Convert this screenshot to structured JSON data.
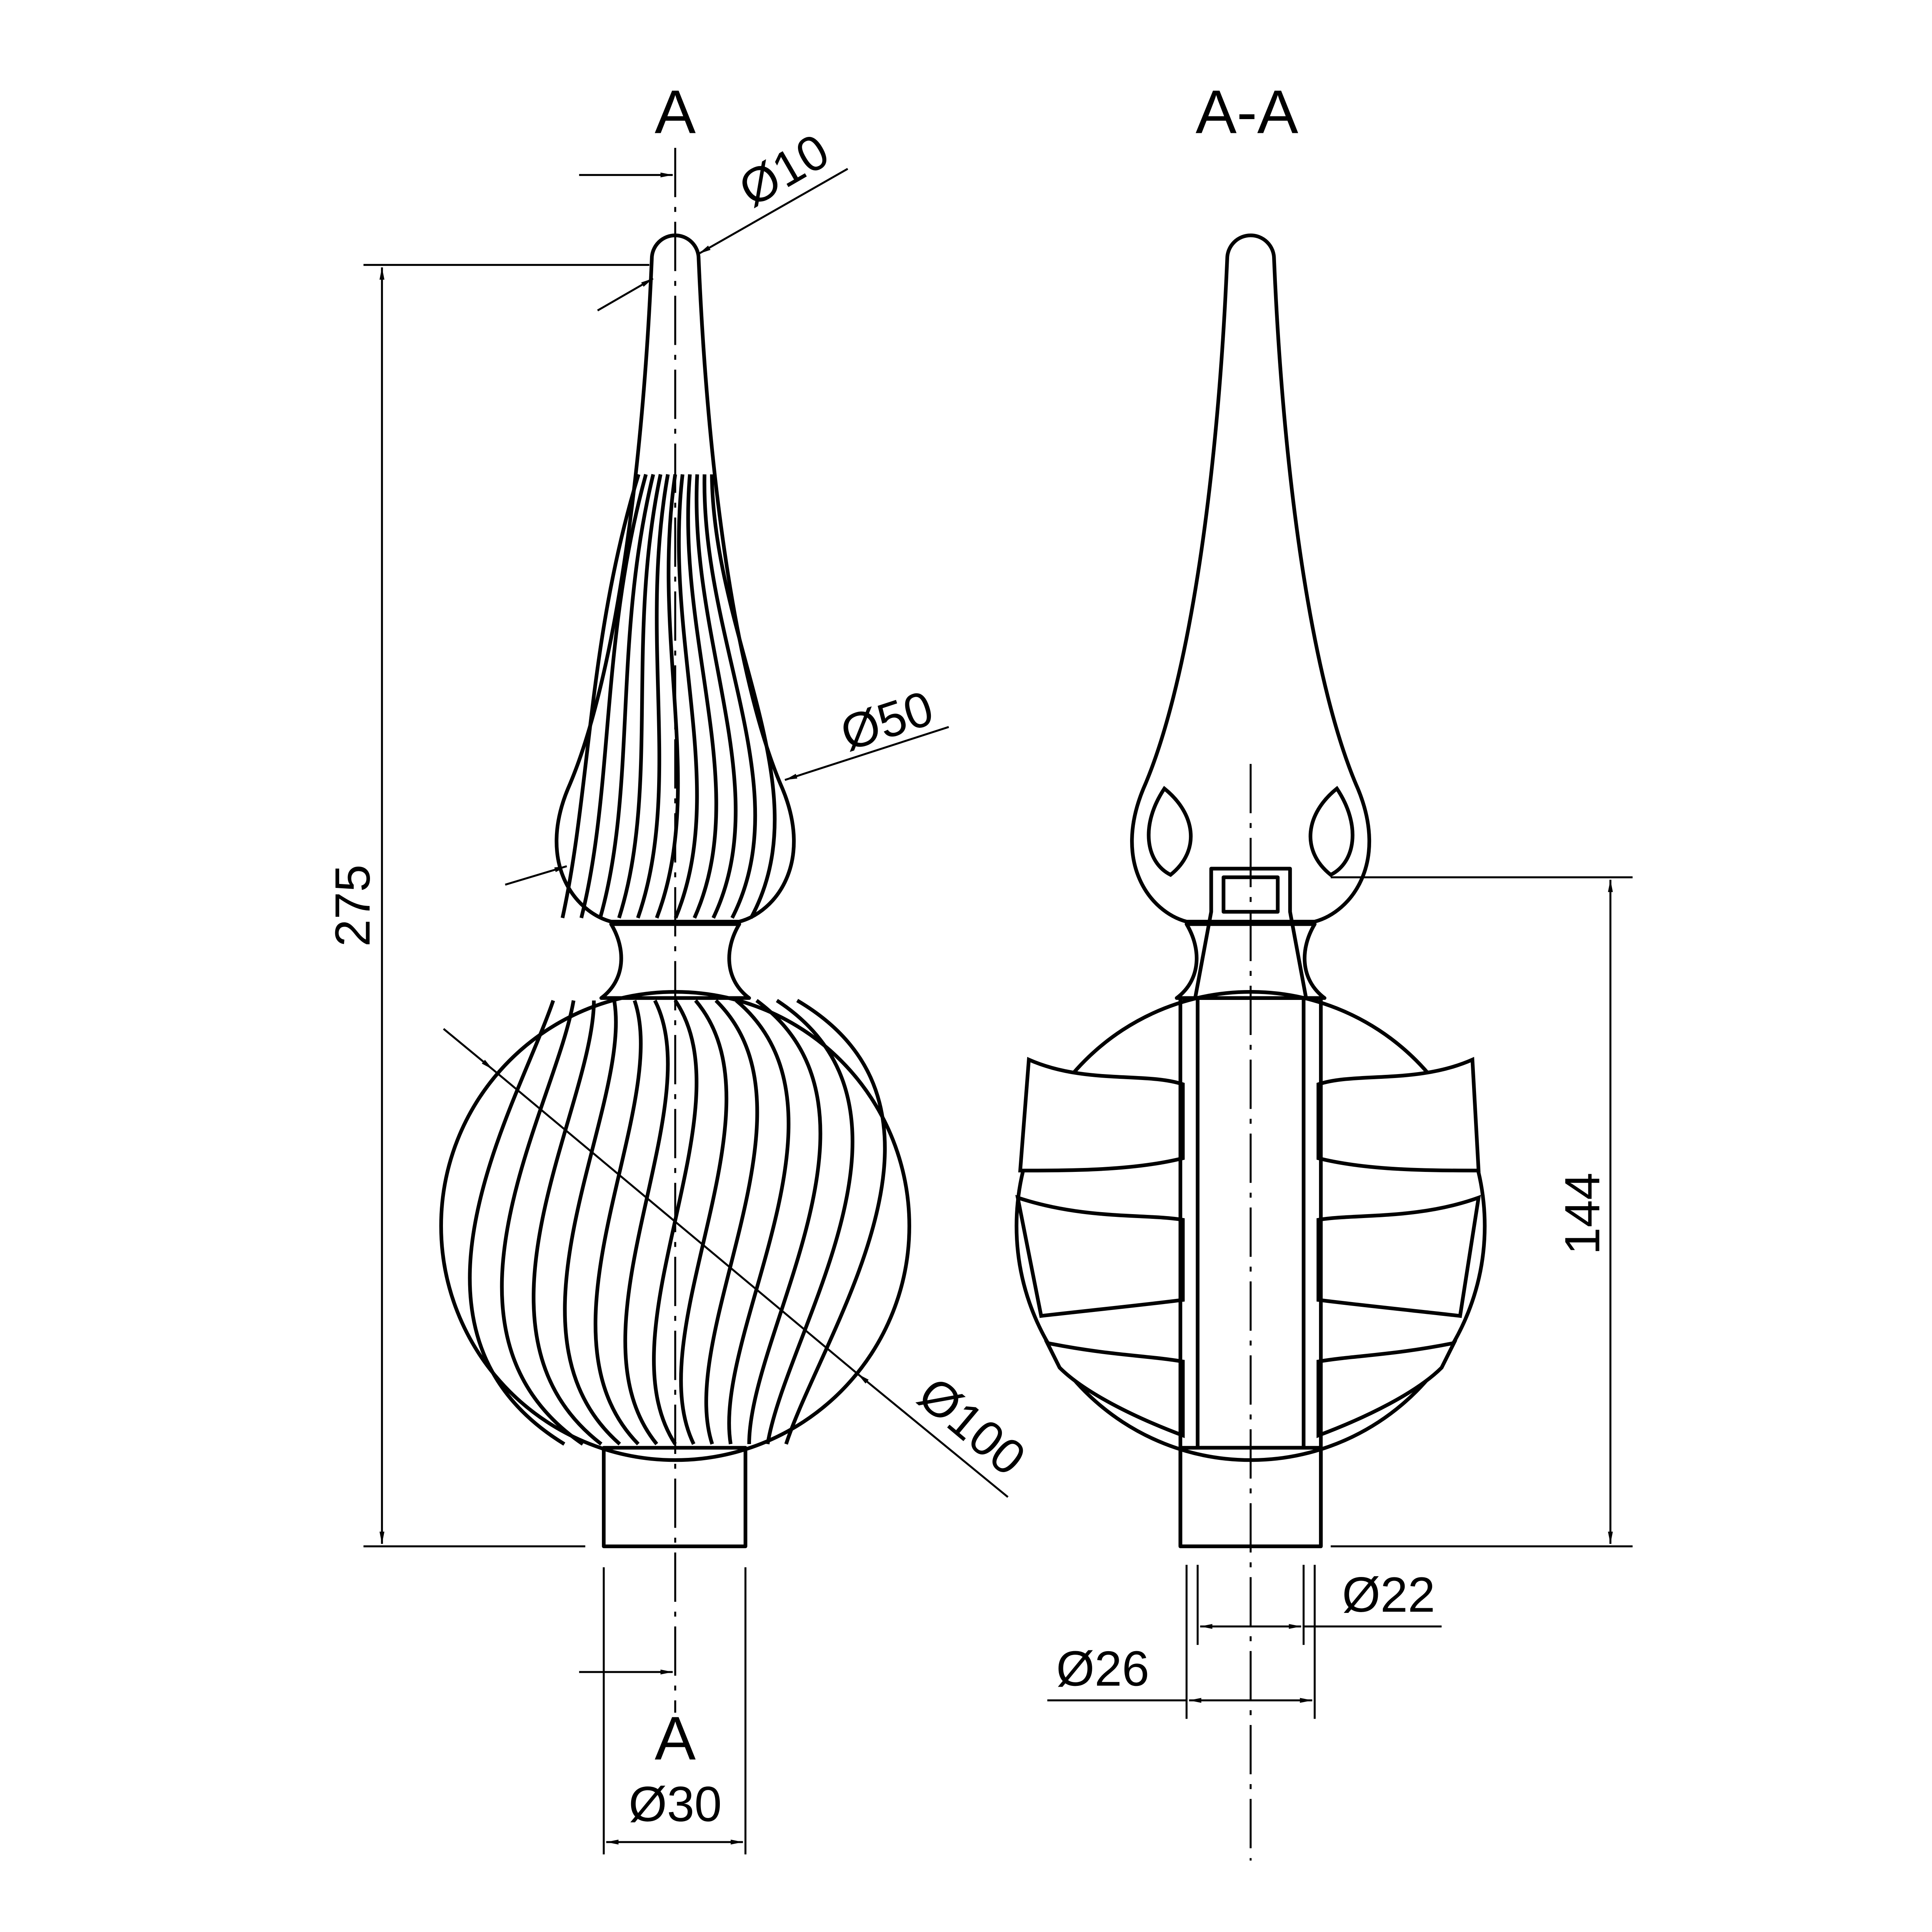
{
  "section_mark_top": "A",
  "section_mark_bottom": "A",
  "section_title": "A-A",
  "dimensions": {
    "tip_diameter": "Ø10",
    "bulb_diameter": "Ø50",
    "sphere_diameter": "Ø100",
    "base_diameter": "Ø30",
    "overall_height": "275",
    "bore_depth": "144",
    "bore_inner_diameter": "Ø22",
    "bore_outer_diameter": "Ø26"
  },
  "colors": {
    "line": "#000000",
    "background": "#ffffff"
  }
}
